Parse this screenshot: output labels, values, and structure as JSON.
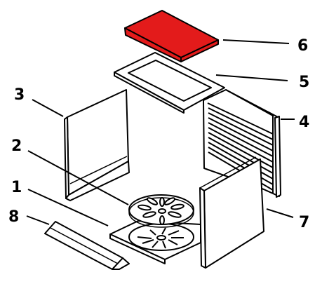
{
  "diagram": {
    "highlight_color": "#e31b1b",
    "line_color": "#000000",
    "background": "#ffffff",
    "callouts": [
      {
        "id": "1",
        "label": "1"
      },
      {
        "id": "2",
        "label": "2"
      },
      {
        "id": "3",
        "label": "3"
      },
      {
        "id": "4",
        "label": "4"
      },
      {
        "id": "5",
        "label": "5"
      },
      {
        "id": "6",
        "label": "6"
      },
      {
        "id": "7",
        "label": "7"
      },
      {
        "id": "8",
        "label": "8"
      }
    ]
  }
}
